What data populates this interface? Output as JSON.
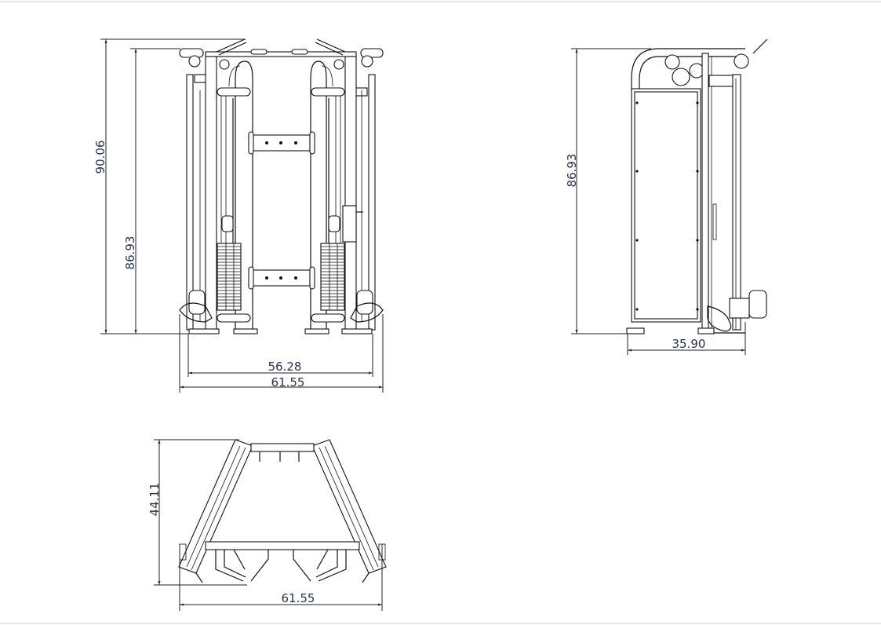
{
  "drawing": {
    "front_view": {
      "overall_height": "90.06",
      "frame_height": "86.93",
      "inner_width": "56.28",
      "overall_width": "61.55"
    },
    "side_view": {
      "frame_height": "86.93",
      "depth": "35.90"
    },
    "top_view": {
      "depth": "44.11",
      "overall_width": "61.55"
    },
    "colors": {
      "line": "#111111",
      "dimension_text": "#2a3550"
    }
  }
}
